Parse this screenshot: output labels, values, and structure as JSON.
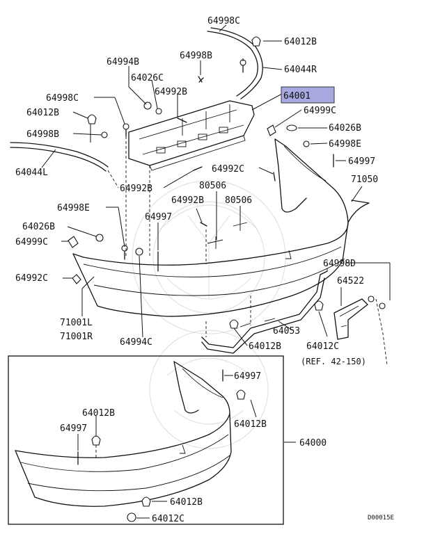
{
  "labels": {
    "p64998c_top": "64998C",
    "p64012b_top": "64012B",
    "p64998b_top": "64998B",
    "p64044r": "64044R",
    "p64994b": "64994B",
    "p64026c": "64026C",
    "p64992b_top": "64992B",
    "p64001": "64001",
    "p64998c_left": "64998C",
    "p64012b_left": "64012B",
    "p64998b_left": "64998B",
    "p64999c_right": "64999C",
    "p64026b_right": "64026B",
    "p64998e_right": "64998E",
    "p64997_right": "64997",
    "p64044l": "64044L",
    "p64992c_mid": "64992C",
    "p71050": "71050",
    "p64992b_bl": "64992B",
    "p80506_a": "80506",
    "p64992b_mid": "64992B",
    "p80506_b": "80506",
    "p64998e_left": "64998E",
    "p64997_mid": "64997",
    "p64026b_left": "64026B",
    "p64999c_left": "64999C",
    "p64998d": "64998D",
    "p64522": "64522",
    "p64992c_left": "64992C",
    "p71001l": "71001L",
    "p71001r": "71001R",
    "p64053": "64053",
    "p64994c": "64994C",
    "p64012b_bottom": "64012B",
    "p64012c_right": "64012C",
    "ref": "(REF. 42-150)",
    "p64997_inset": "64997",
    "p64012b_inset_left": "64012B",
    "p64012b_inset_right": "64012B",
    "p64997_inset_left": "64997",
    "p64000": "64000",
    "p64012b_inset_bottom": "64012B",
    "p64012c_inset_bottom": "64012C",
    "diagram_code": "D00015E"
  },
  "highlight": {
    "part": "64001",
    "color": "#a7a9e0"
  }
}
